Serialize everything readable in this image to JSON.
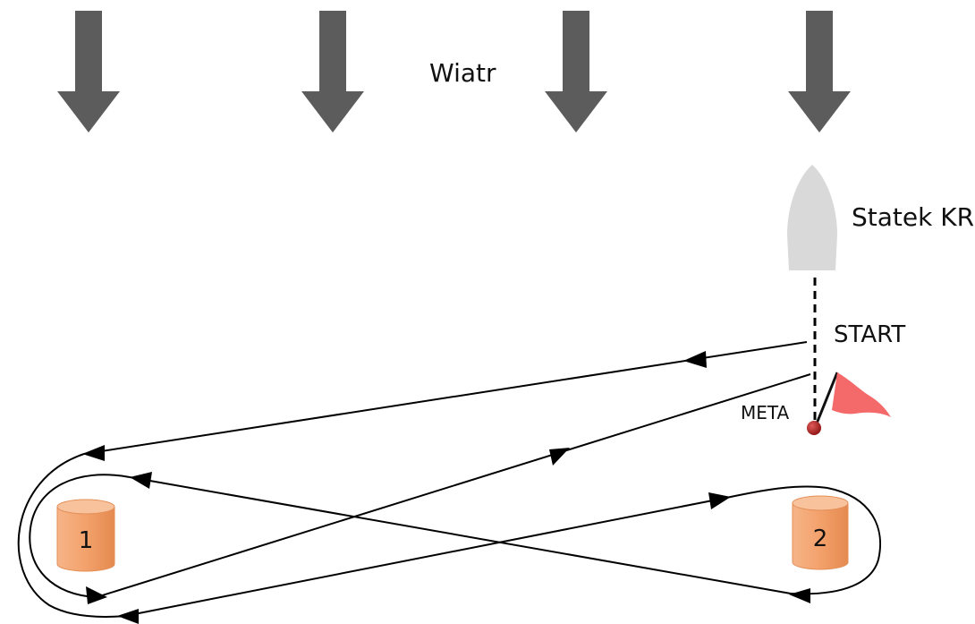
{
  "wind": {
    "label": "Wiatr",
    "arrow_count": 4,
    "arrow_color": "#5c5c5c"
  },
  "ship": {
    "label": "Statek KR",
    "color": "#d9d9d9"
  },
  "start": {
    "label": "START"
  },
  "finish": {
    "label": "META",
    "flag_color": "#f46a6a",
    "ball_color": "#b81e1e"
  },
  "buoys": [
    {
      "number": "1",
      "color": "#f3a16b"
    },
    {
      "number": "2",
      "color": "#f3a16b"
    }
  ],
  "course": {
    "line_color": "#000000",
    "rounding": "figure-eight around buoys 1 and 2"
  }
}
